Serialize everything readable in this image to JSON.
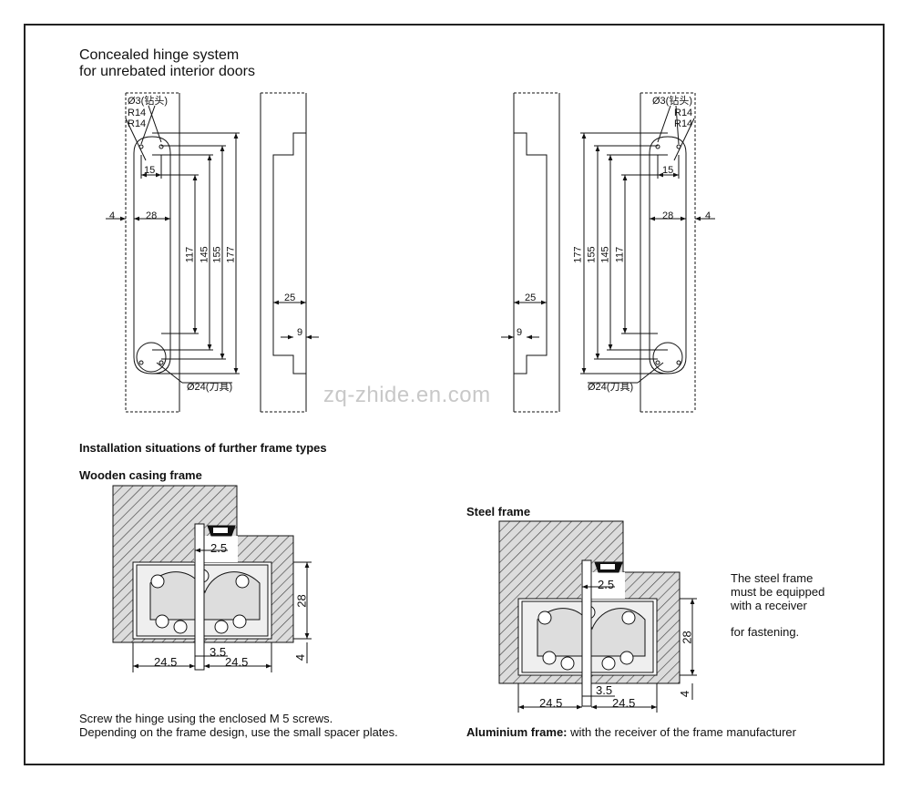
{
  "title": {
    "line1": "Concealed hinge system",
    "line2": "for unrebated interior doors"
  },
  "drawing": {
    "drill_label": "Ø3(钻头)",
    "r1": "R14",
    "r2": "R14",
    "cutter_label": "Ø24(刀具)",
    "dims": {
      "d4": "4",
      "d28": "28",
      "d15": "15",
      "d117": "117",
      "d145": "145",
      "d155": "155",
      "d177": "177",
      "d25": "25",
      "d9": "9"
    }
  },
  "watermark": "zq-zhide.en.com",
  "installation_heading": "Installation situations of further frame types",
  "wooden": {
    "heading": "Wooden casing frame",
    "d25": "2.5",
    "d28": "28",
    "d4": "4",
    "d35": "3.5",
    "d245a": "24.5",
    "d245b": "24.5"
  },
  "steel": {
    "heading": "Steel frame",
    "d25": "2.5",
    "d28": "28",
    "d4": "4",
    "d35": "3.5",
    "d245a": "24.5",
    "d245b": "24.5",
    "note1": "The steel frame",
    "note2": "must be equipped",
    "note3": "with a receiver",
    "note4": "for fastening."
  },
  "notes": {
    "screw1": "Screw the hinge using the enclosed M 5 screws.",
    "screw2": "Depending on the frame design, use the small spacer plates.",
    "alu_bold": "Aluminium frame:",
    "alu_rest": " with the receiver of the frame manufacturer"
  }
}
